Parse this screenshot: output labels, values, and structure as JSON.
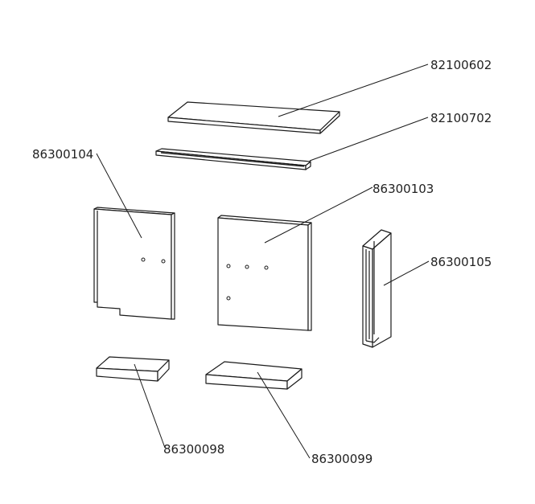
{
  "parts": [
    {
      "id": "top-plate",
      "label": "82100602"
    },
    {
      "id": "rail",
      "label": "82100702"
    },
    {
      "id": "left-panel",
      "label": "86300104"
    },
    {
      "id": "back-panel",
      "label": "86300103"
    },
    {
      "id": "side-panel",
      "label": "86300105"
    },
    {
      "id": "small-brick",
      "label": "86300098"
    },
    {
      "id": "large-brick",
      "label": "86300099"
    }
  ],
  "colors": {
    "line": "#1a1a1a",
    "background": "#ffffff",
    "text": "#222222"
  }
}
